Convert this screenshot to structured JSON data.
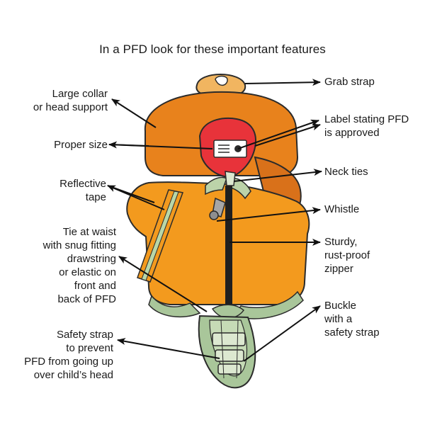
{
  "title": "In a PFD look for these important features",
  "callouts": {
    "grab_strap": [
      "Grab strap"
    ],
    "large_collar": [
      "Large collar",
      "or head support"
    ],
    "label_approved": [
      "Label stating PFD",
      "is approved"
    ],
    "proper_size": [
      "Proper size"
    ],
    "neck_ties": [
      "Neck ties"
    ],
    "reflective_tape": [
      "Reflective",
      "tape"
    ],
    "whistle": [
      "Whistle"
    ],
    "tie_at_waist": [
      "Tie at waist",
      "with snug fitting",
      "drawstring",
      "or elastic on",
      "front and",
      "back of PFD"
    ],
    "zipper": [
      "Sturdy,",
      "rust-proof",
      "zipper"
    ],
    "buckle": [
      "Buckle",
      "with a",
      "safety strap"
    ],
    "safety_strap": [
      "Safety strap",
      "to prevent",
      "PFD from going up",
      "over child’s head"
    ]
  },
  "colors": {
    "vest_orange": "#F39A1E",
    "collar_orange": "#E8821C",
    "dark_orange": "#D9711A",
    "label_red": "#E8333A",
    "strap_green": "#A9C69A",
    "outline": "#2b2b2b",
    "reflective": "#B9D7A8"
  }
}
